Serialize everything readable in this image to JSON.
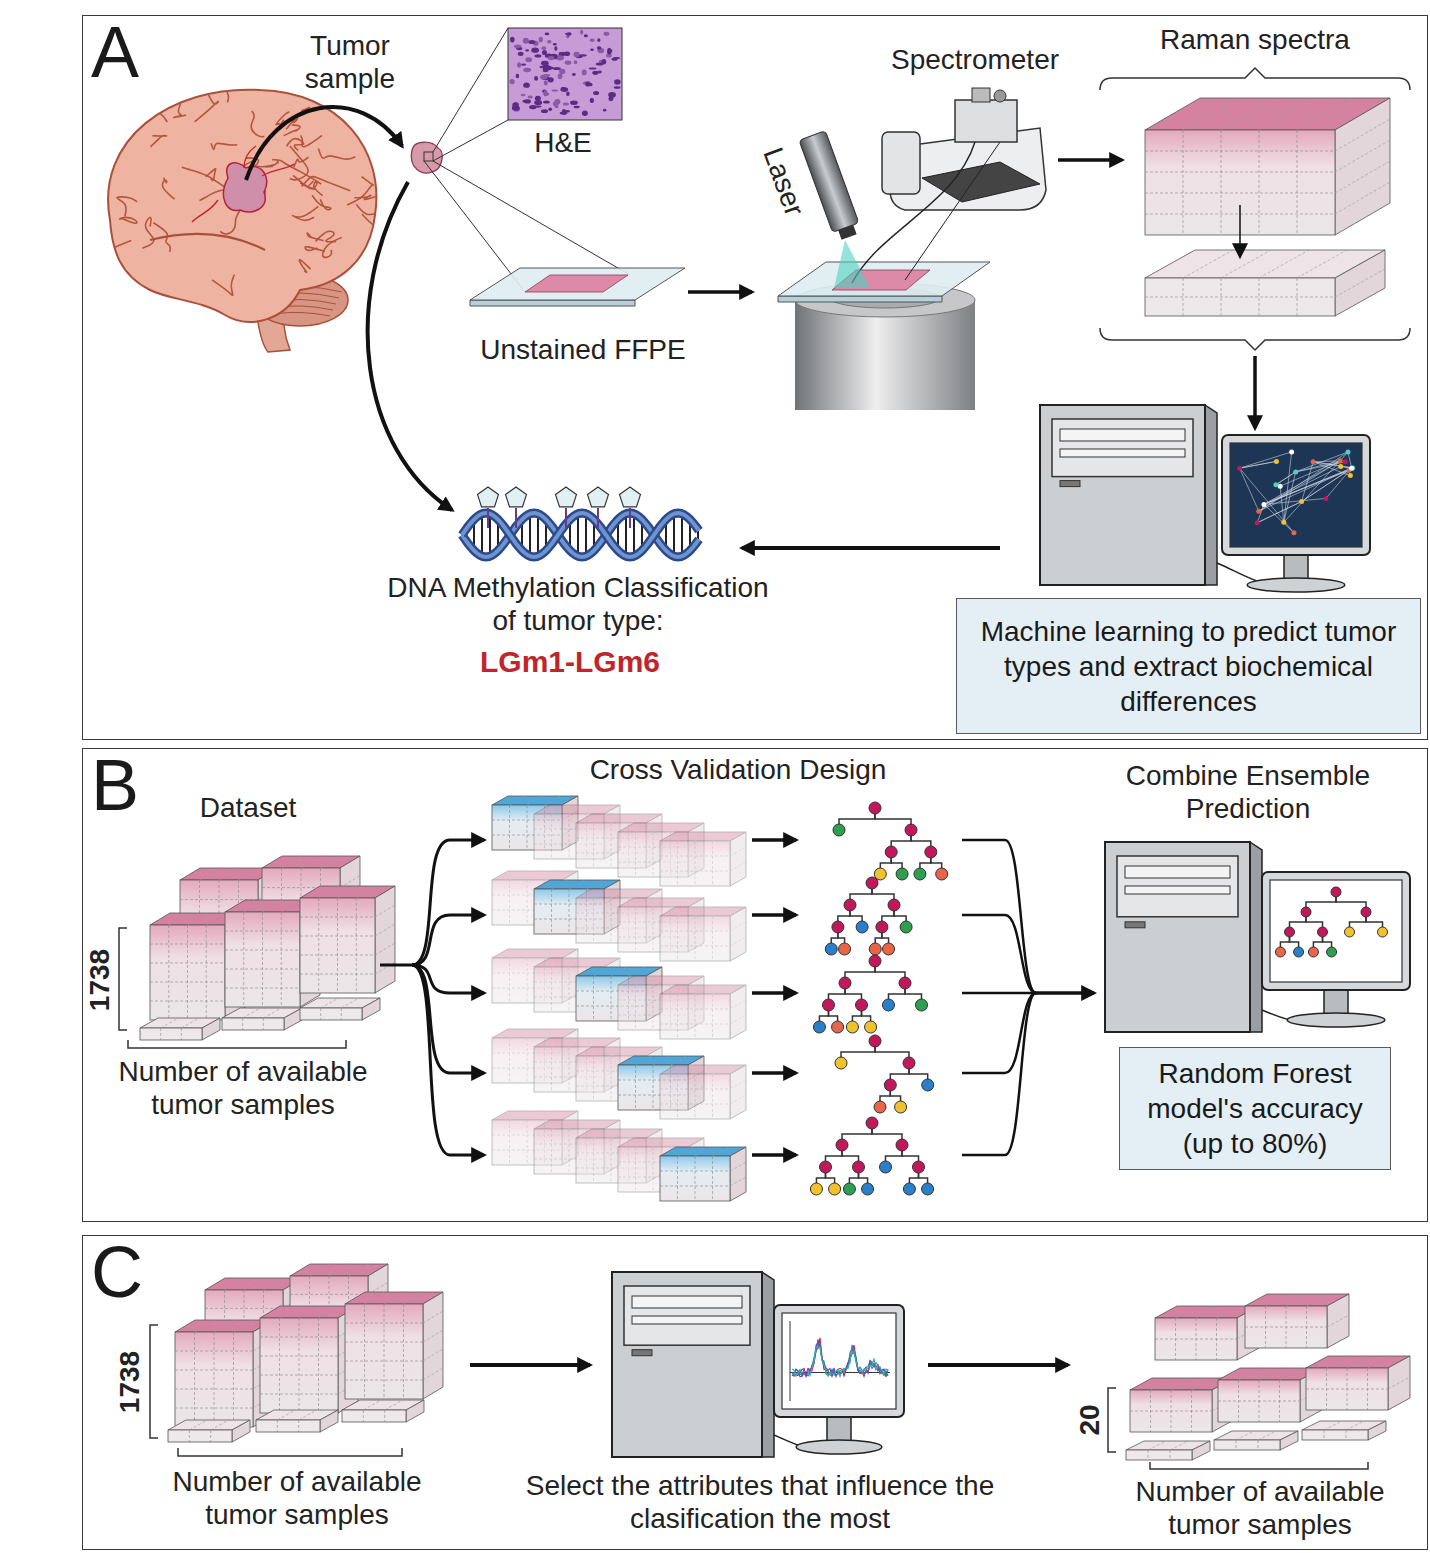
{
  "diagram": {
    "nodes": [
      {
        "text": [
          "A"
        ]
      },
      {
        "text": [
          "Machine learning to predict tumor types and extract biochemical differences"
        ],
        "in": 0
      },
      {
        "text": [
          "B"
        ]
      },
      {
        "text": [
          "Random Forest model's accuracy (up to 80%)"
        ],
        "in": 2
      },
      {
        "text": [
          "C"
        ]
      }
    ],
    "labels": [
      "Tumor sample",
      "H&E",
      "Spectrometer",
      "Raman spectra",
      "Laser",
      "Unstained FFPE",
      "DNA Methylation Classification of tumor type:",
      "LGm1-LGm6",
      "Dataset",
      "1738",
      "Number of available tumor samples",
      "Cross Validation Design",
      "Combine Ensemble Prediction",
      "1738",
      "Number of available tumor samples",
      "Select the attributes that influence the clasification the most",
      "20",
      "Number of available tumor samples"
    ]
  }
}
